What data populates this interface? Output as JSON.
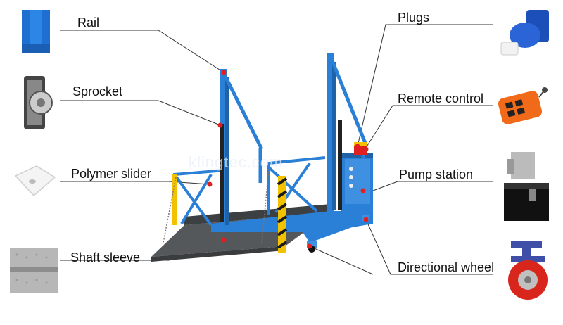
{
  "labels": {
    "rail": "Rail",
    "sprocket": "Sprocket",
    "polymer_slider": "Polymer slider",
    "shaft_sleeve": "Shaft sleeve",
    "plugs": "Plugs",
    "remote_control": "Remote control",
    "pump_station": "Pump station",
    "directional_wheel": "Directional wheel"
  },
  "watermark": "klingtec.com",
  "colors": {
    "frame_blue": "#2a7fd6",
    "deck_gray": "#4a4d50",
    "hazard_yellow": "#f2c200",
    "hazard_black": "#1a1a1a",
    "leader_line": "#333333",
    "marker_red": "#e02020",
    "remote_orange": "#f06a1a",
    "wheel_red": "#d8261c"
  }
}
